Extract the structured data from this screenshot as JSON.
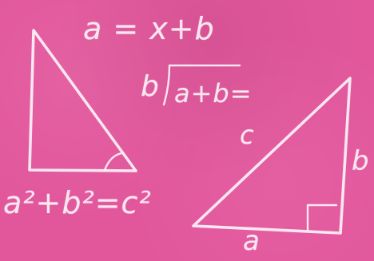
{
  "equations": {
    "top": "a = x+b",
    "division_outer": "b",
    "division_inner": "a+b=",
    "pythagorean": "a²+b²=c²"
  },
  "triangle_labels": {
    "hypotenuse": "c",
    "side_b": "b",
    "side_a": "a"
  },
  "colors": {
    "background": "#e2579c",
    "chalk": "#fbeef5"
  }
}
